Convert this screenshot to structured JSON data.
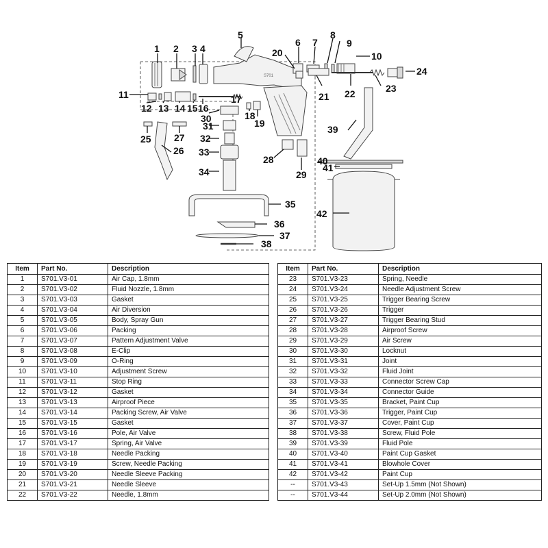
{
  "callouts": [
    "1",
    "2",
    "3",
    "4",
    "5",
    "6",
    "7",
    "8",
    "9",
    "10",
    "11",
    "12",
    "13",
    "14",
    "15",
    "16",
    "17",
    "18",
    "19",
    "20",
    "21",
    "22",
    "23",
    "24",
    "25",
    "26",
    "27",
    "28",
    "29",
    "30",
    "31",
    "32",
    "33",
    "34",
    "35",
    "36",
    "37",
    "38",
    "39",
    "40",
    "41",
    "42"
  ],
  "table": {
    "headers": [
      "Item",
      "Part No.",
      "Description"
    ],
    "left_rows": [
      [
        "1",
        "S701.V3-01",
        "Air Cap, 1.8mm"
      ],
      [
        "2",
        "S701.V3-02",
        "Fluid Nozzle, 1.8mm"
      ],
      [
        "3",
        "S701.V3-03",
        "Gasket"
      ],
      [
        "4",
        "S701.V3-04",
        "Air Diversion"
      ],
      [
        "5",
        "S701.V3-05",
        "Body, Spray Gun"
      ],
      [
        "6",
        "S701.V3-06",
        "Packing"
      ],
      [
        "7",
        "S701.V3-07",
        "Pattern Adjustment Valve"
      ],
      [
        "8",
        "S701.V3-08",
        "E-Clip"
      ],
      [
        "9",
        "S701.V3-09",
        "O-Ring"
      ],
      [
        "10",
        "S701.V3-10",
        "Adjustment Screw"
      ],
      [
        "11",
        "S701.V3-11",
        "Stop Ring"
      ],
      [
        "12",
        "S701.V3-12",
        "Gasket"
      ],
      [
        "13",
        "S701.V3-13",
        "Airproof Piece"
      ],
      [
        "14",
        "S701.V3-14",
        "Packing Screw, Air Valve"
      ],
      [
        "15",
        "S701.V3-15",
        "Gasket"
      ],
      [
        "16",
        "S701.V3-16",
        "Pole, Air Valve"
      ],
      [
        "17",
        "S701.V3-17",
        "Spring, Air Valve"
      ],
      [
        "18",
        "S701.V3-18",
        "Needle Packing"
      ],
      [
        "19",
        "S701.V3-19",
        "Screw, Needle Packing"
      ],
      [
        "20",
        "S701.V3-20",
        "Needle Sleeve Packing"
      ],
      [
        "21",
        "S701.V3-21",
        "Needle Sleeve"
      ],
      [
        "22",
        "S701.V3-22",
        "Needle, 1.8mm"
      ]
    ],
    "right_rows": [
      [
        "23",
        "S701.V3-23",
        "Spring, Needle"
      ],
      [
        "24",
        "S701.V3-24",
        "Needle Adjustment Screw"
      ],
      [
        "25",
        "S701.V3-25",
        "Trigger Bearing Screw"
      ],
      [
        "26",
        "S701.V3-26",
        "Trigger"
      ],
      [
        "27",
        "S701.V3-27",
        "Trigger Bearing Stud"
      ],
      [
        "28",
        "S701.V3-28",
        "Airproof Screw"
      ],
      [
        "29",
        "S701.V3-29",
        "Air Screw"
      ],
      [
        "30",
        "S701.V3-30",
        "Locknut"
      ],
      [
        "31",
        "S701.V3-31",
        "Joint"
      ],
      [
        "32",
        "S701.V3-32",
        "Fluid Joint"
      ],
      [
        "33",
        "S701.V3-33",
        "Connector Screw Cap"
      ],
      [
        "34",
        "S701.V3-34",
        "Connector Guide"
      ],
      [
        "35",
        "S701.V3-35",
        "Bracket, Paint Cup"
      ],
      [
        "36",
        "S701.V3-36",
        "Trigger, Paint Cup"
      ],
      [
        "37",
        "S701.V3-37",
        "Cover, Paint Cup"
      ],
      [
        "38",
        "S701.V3-38",
        "Screw, Fluid Pole"
      ],
      [
        "39",
        "S701.V3-39",
        "Fluid Pole"
      ],
      [
        "40",
        "S701.V3-40",
        "Paint Cup Gasket"
      ],
      [
        "41",
        "S701.V3-41",
        "Blowhole Cover"
      ],
      [
        "42",
        "S701.V3-42",
        "Paint Cup"
      ],
      [
        "--",
        "S701.V3-43",
        "Set-Up 1.5mm (Not Shown)"
      ],
      [
        "--",
        "S701.V3-44",
        "Set-Up 2.0mm (Not Shown)"
      ]
    ]
  }
}
